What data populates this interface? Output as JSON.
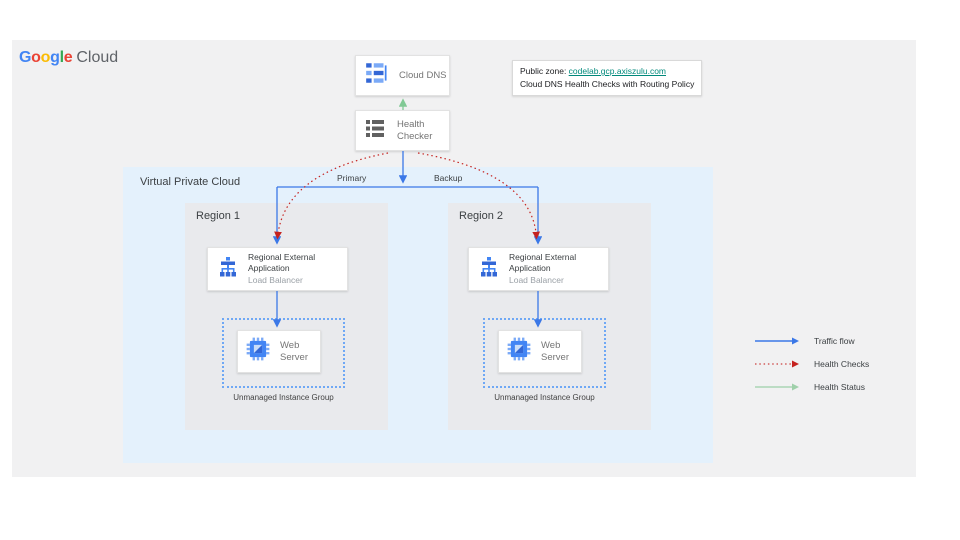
{
  "logo": {
    "g1": "G",
    "o1": "o",
    "o2": "o",
    "g2": "g",
    "l1": "l",
    "e1": "e",
    "cloud": "Cloud"
  },
  "nodes": {
    "cloud_dns": {
      "label": "Cloud DNS",
      "icon": "cloud-dns-icon"
    },
    "health_checker": {
      "label": "Health Checker",
      "icon": "health-checker-icon"
    }
  },
  "public_zone": {
    "prefix": "Public zone: ",
    "link": "codelab.gcp.axiszulu.com",
    "line2": "Cloud DNS Health Checks with Routing Policy"
  },
  "vpc": {
    "label": "Virtual Private Cloud"
  },
  "routes": {
    "primary": "Primary",
    "backup": "Backup"
  },
  "regions": [
    {
      "label": "Region 1",
      "load_balancer": {
        "title": "Regional External Application",
        "subtitle": "Load Balancer",
        "icon": "load-balancer-icon"
      },
      "web_server": {
        "label": "Web Server",
        "icon": "compute-engine-icon"
      },
      "group_label": "Unmanaged Instance Group"
    },
    {
      "label": "Region 2",
      "load_balancer": {
        "title": "Regional External Application",
        "subtitle": "Load Balancer",
        "icon": "load-balancer-icon"
      },
      "web_server": {
        "label": "Web Server",
        "icon": "compute-engine-icon"
      },
      "group_label": "Unmanaged Instance Group"
    }
  ],
  "legend": {
    "items": [
      {
        "label": "Traffic flow",
        "line": "solid",
        "color": "#3b78e7"
      },
      {
        "label": "Health Checks",
        "line": "dotted",
        "color": "#c5221f"
      },
      {
        "label": "Health Status",
        "line": "solid",
        "color": "#9fd0aa"
      }
    ]
  },
  "colors": {
    "panel": "#f1f1f2",
    "vpc_bg": "#e4f1fc",
    "region_bg": "#e9eaed",
    "traffic_flow": "#3b78e7",
    "health_checks": "#c5221f",
    "health_status": "#81c995",
    "link": "#00897b"
  }
}
